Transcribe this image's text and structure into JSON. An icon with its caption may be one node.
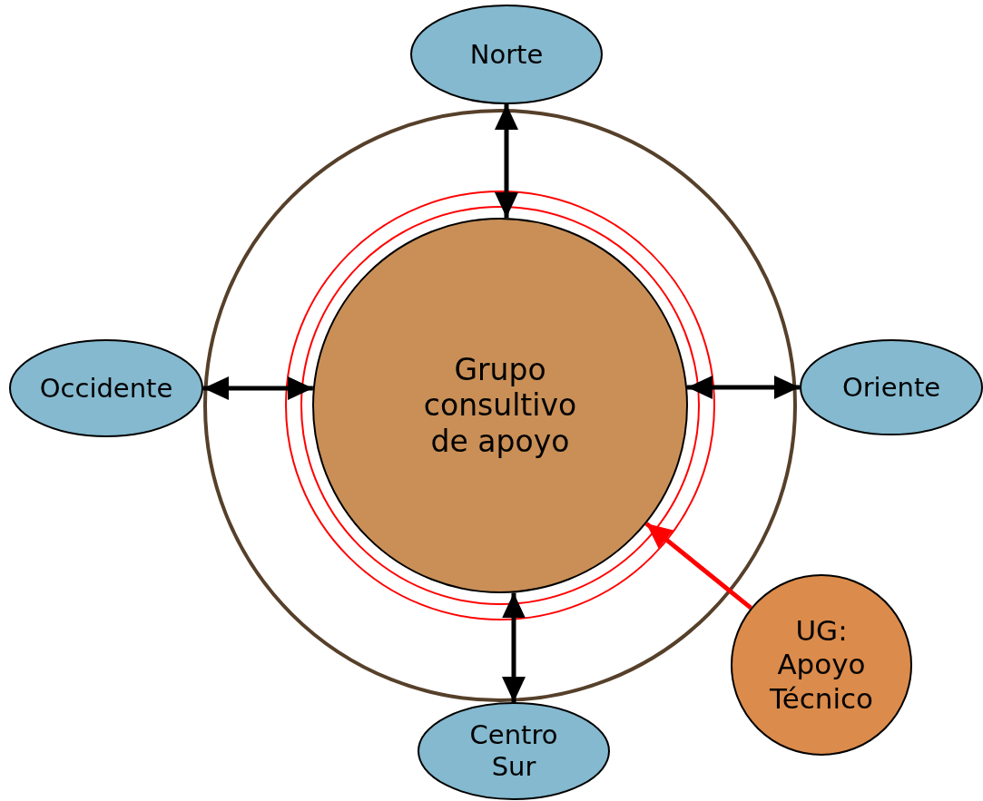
{
  "diagram": {
    "nodes": [
      {
        "text": [],
        "shape": "circle"
      },
      {
        "text": [],
        "shape": "circle",
        "in": 0
      },
      {
        "text": [
          "Grupo consultivo de apoyo"
        ],
        "in": 1
      },
      {
        "text": [
          "Norte"
        ]
      },
      {
        "text": [
          "Occidente"
        ]
      },
      {
        "text": [
          "Oriente"
        ]
      },
      {
        "text": [
          "Centro Sur"
        ]
      },
      {
        "text": [
          "UG: Apoyo Técnico"
        ]
      }
    ],
    "edges": [
      {
        "from": 3,
        "to": 2,
        "arrow": "both"
      },
      {
        "from": 4,
        "to": 2,
        "arrow": "both"
      },
      {
        "from": 5,
        "to": 2,
        "arrow": "both"
      },
      {
        "from": 6,
        "to": 2,
        "arrow": "both"
      },
      {
        "from": 7,
        "to": 2,
        "arrow": "to",
        "color": "#ff0000"
      }
    ]
  }
}
